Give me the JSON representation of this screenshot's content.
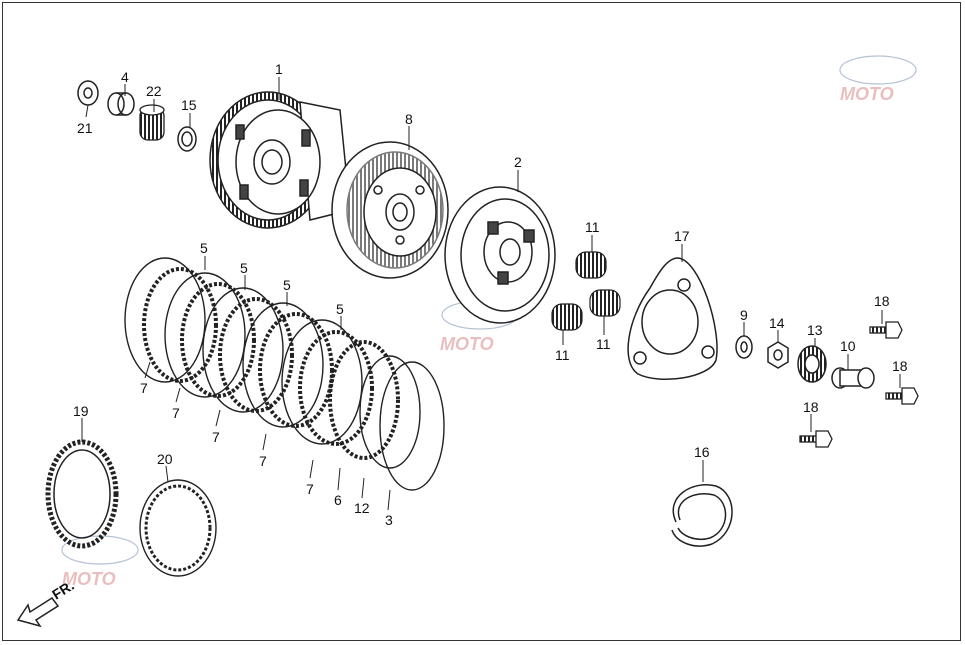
{
  "parts": {
    "p1": "1",
    "p2": "2",
    "p3": "3",
    "p4": "4",
    "p5a": "5",
    "p5b": "5",
    "p5c": "5",
    "p5d": "5",
    "p6": "6",
    "p7a": "7",
    "p7b": "7",
    "p7c": "7",
    "p7d": "7",
    "p7e": "7",
    "p8": "8",
    "p9": "9",
    "p10": "10",
    "p11a": "11",
    "p11b": "11",
    "p11c": "11",
    "p12": "12",
    "p13": "13",
    "p14": "14",
    "p15": "15",
    "p16": "16",
    "p17": "17",
    "p18a": "18",
    "p18b": "18",
    "p18c": "18",
    "p19": "19",
    "p20": "20",
    "p21": "21",
    "p22": "22"
  },
  "direction_label": "FR.",
  "watermark": "MOTO",
  "colors": {
    "ink": "#222222",
    "watermark": "#d98a8a"
  }
}
